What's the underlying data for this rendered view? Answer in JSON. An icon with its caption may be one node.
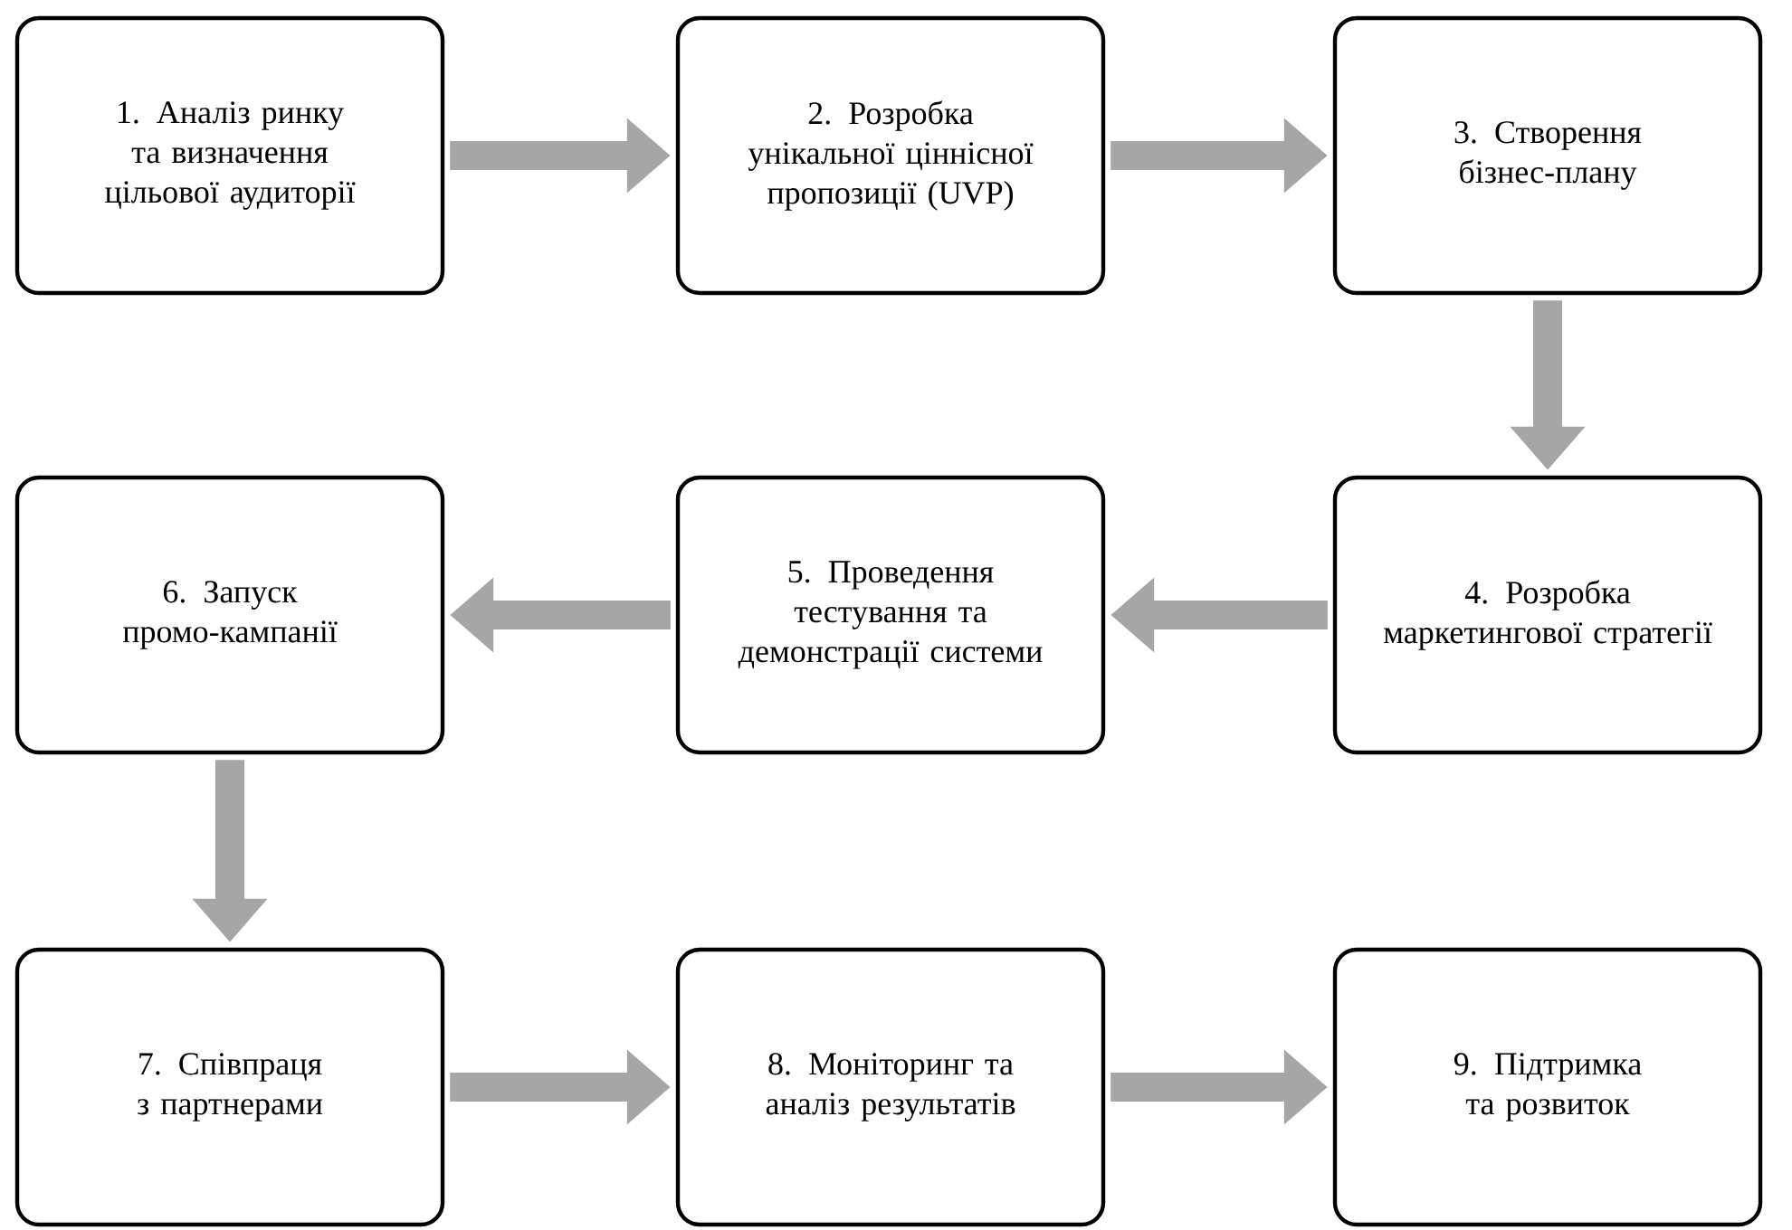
{
  "diagram": {
    "nodes": [
      {
        "text": [
          "1. Аналіз ринку та визначення цільової аудиторії"
        ]
      },
      {
        "text": [
          "2. Розробка унікальної ціннісної пропозиції (UVP)"
        ]
      },
      {
        "text": [
          "3. Створення бізнес-плану"
        ]
      },
      {
        "text": [
          "4. Розробка маркетингової стратегії"
        ]
      },
      {
        "text": [
          "5. Проведення тестування та демонстрації системи"
        ]
      },
      {
        "text": [
          "6. Запуск промо-кампанії"
        ]
      },
      {
        "text": [
          "7. Співпраця з партнерами"
        ]
      },
      {
        "text": [
          "8. Моніторинг та аналіз результатів"
        ]
      },
      {
        "text": [
          "9. Підтримка та розвиток"
        ]
      }
    ],
    "edges": [
      {
        "from": 0,
        "to": 1,
        "arrow": "to"
      },
      {
        "from": 1,
        "to": 2,
        "arrow": "to"
      },
      {
        "from": 2,
        "to": 3,
        "arrow": "to"
      },
      {
        "from": 3,
        "to": 4,
        "arrow": "to"
      },
      {
        "from": 4,
        "to": 5,
        "arrow": "to"
      },
      {
        "from": 5,
        "to": 6,
        "arrow": "to"
      },
      {
        "from": 6,
        "to": 7,
        "arrow": "to"
      },
      {
        "from": 7,
        "to": 8,
        "arrow": "to"
      }
    ]
  }
}
